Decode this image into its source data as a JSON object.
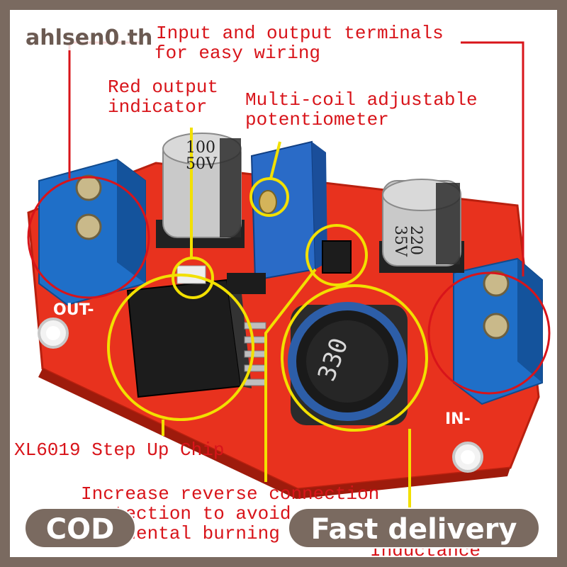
{
  "watermark": "ahlsen0.th",
  "labels": {
    "terminals_line1": "Input and output terminals",
    "terminals_line2": "for easy wiring",
    "red_indicator_line1": "Red output",
    "red_indicator_line2": "indicator",
    "potentiometer_line1": "Multi-coil adjustable",
    "potentiometer_line2": "potentiometer",
    "chip": "XL6019 Step Up Chip",
    "reverse_line1": "Increase reverse connection",
    "reverse_line2": "protection to avoid",
    "reverse_line3": "accidental burning",
    "inductance": "Inductance"
  },
  "board_markings": {
    "out": "OUT-",
    "in": "IN-",
    "cap_left_line1": "100",
    "cap_left_line2": "50V",
    "cap_right_line1": "220",
    "cap_right_line2": "35V",
    "inductor": "330"
  },
  "badges": {
    "cod": "COD",
    "fast_delivery": "Fast delivery"
  },
  "colors": {
    "annotation": "#d8141a",
    "highlight_ring": "#f2e000",
    "board": "#e8321e",
    "terminal_block": "#1f6fc8",
    "badge": "#7a6a60"
  }
}
